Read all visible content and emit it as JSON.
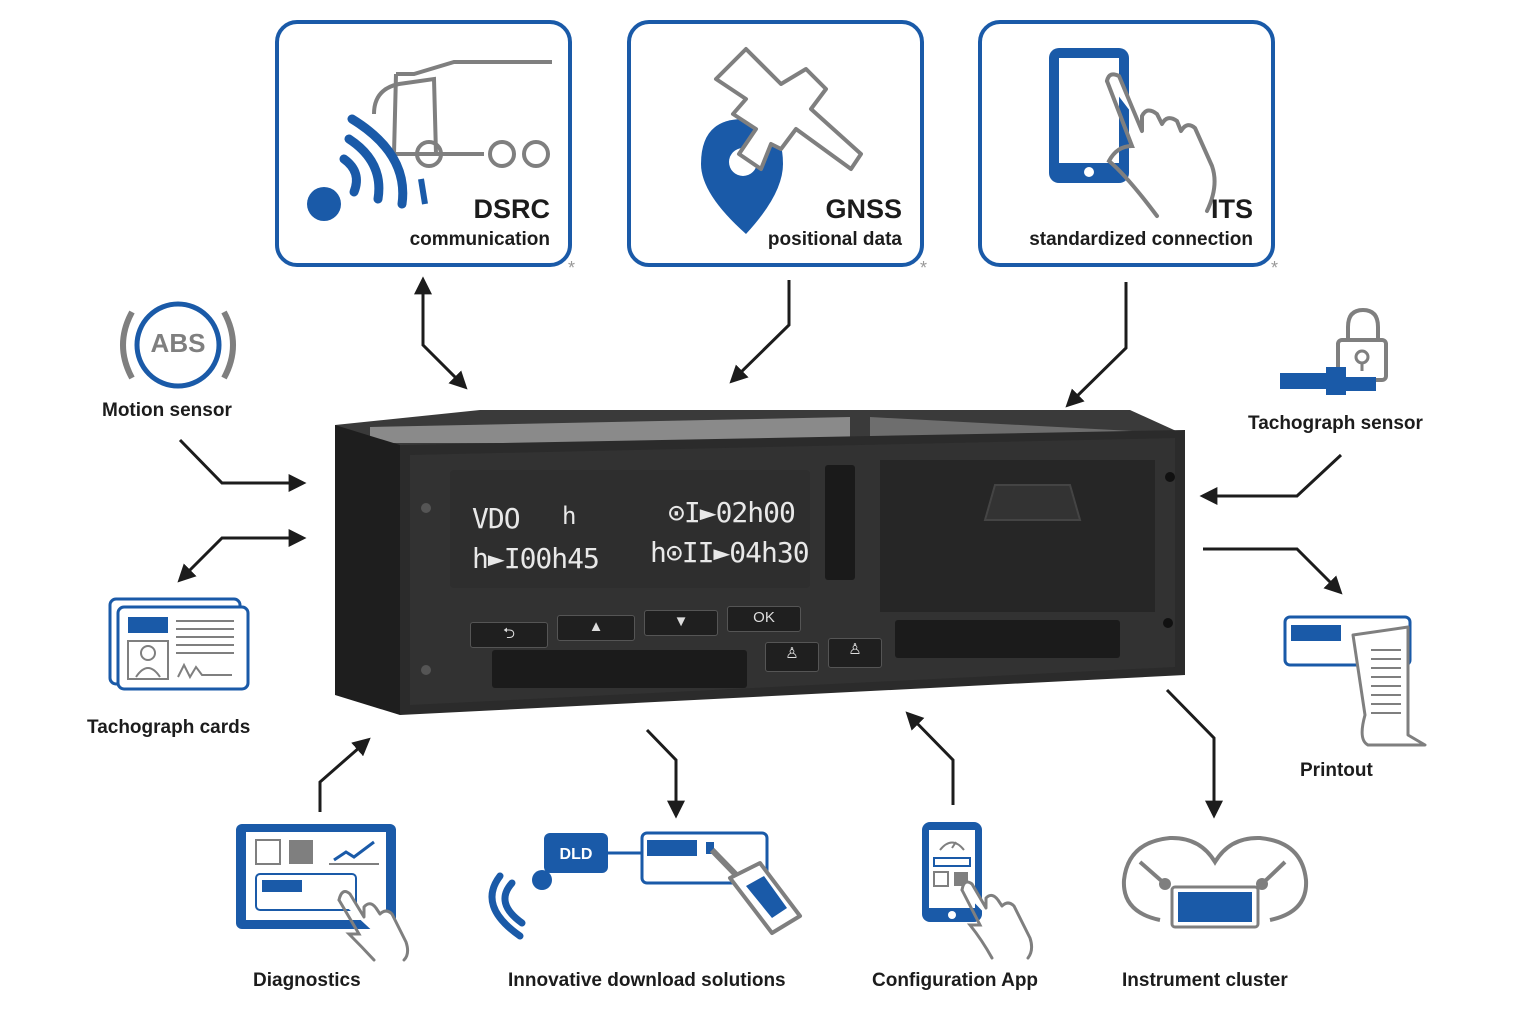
{
  "top_boxes": [
    {
      "title": "DSRC",
      "subtitle": "communication",
      "footnote": "*"
    },
    {
      "title": "GNSS",
      "subtitle": "positional data",
      "footnote": "*"
    },
    {
      "title": "ITS",
      "subtitle": "standardized connection",
      "footnote": "*"
    }
  ],
  "abs_text": "ABS",
  "labels": {
    "motion_sensor": "Motion sensor",
    "tachograph_sensor": "Tachograph sensor",
    "tachograph_cards": "Tachograph cards",
    "printout": "Printout",
    "diagnostics": "Diagnostics",
    "download": "Innovative download solutions",
    "config_app": "Configuration App",
    "instrument_cluster": "Instrument cluster"
  },
  "dld_badge": "DLD",
  "display": {
    "brand": "VDO",
    "symbol": "h",
    "line1_right": "⊙I►02h00",
    "line2_left": "h►I00h45",
    "line2_right": "h⊙II►04h30"
  },
  "keys": {
    "back": "⮌",
    "up": "▲",
    "down": "▼",
    "ok": "OK"
  },
  "colors": {
    "accent": "#1a5aa8",
    "device": "#2a2a2a",
    "gray": "#8a8a8a"
  }
}
